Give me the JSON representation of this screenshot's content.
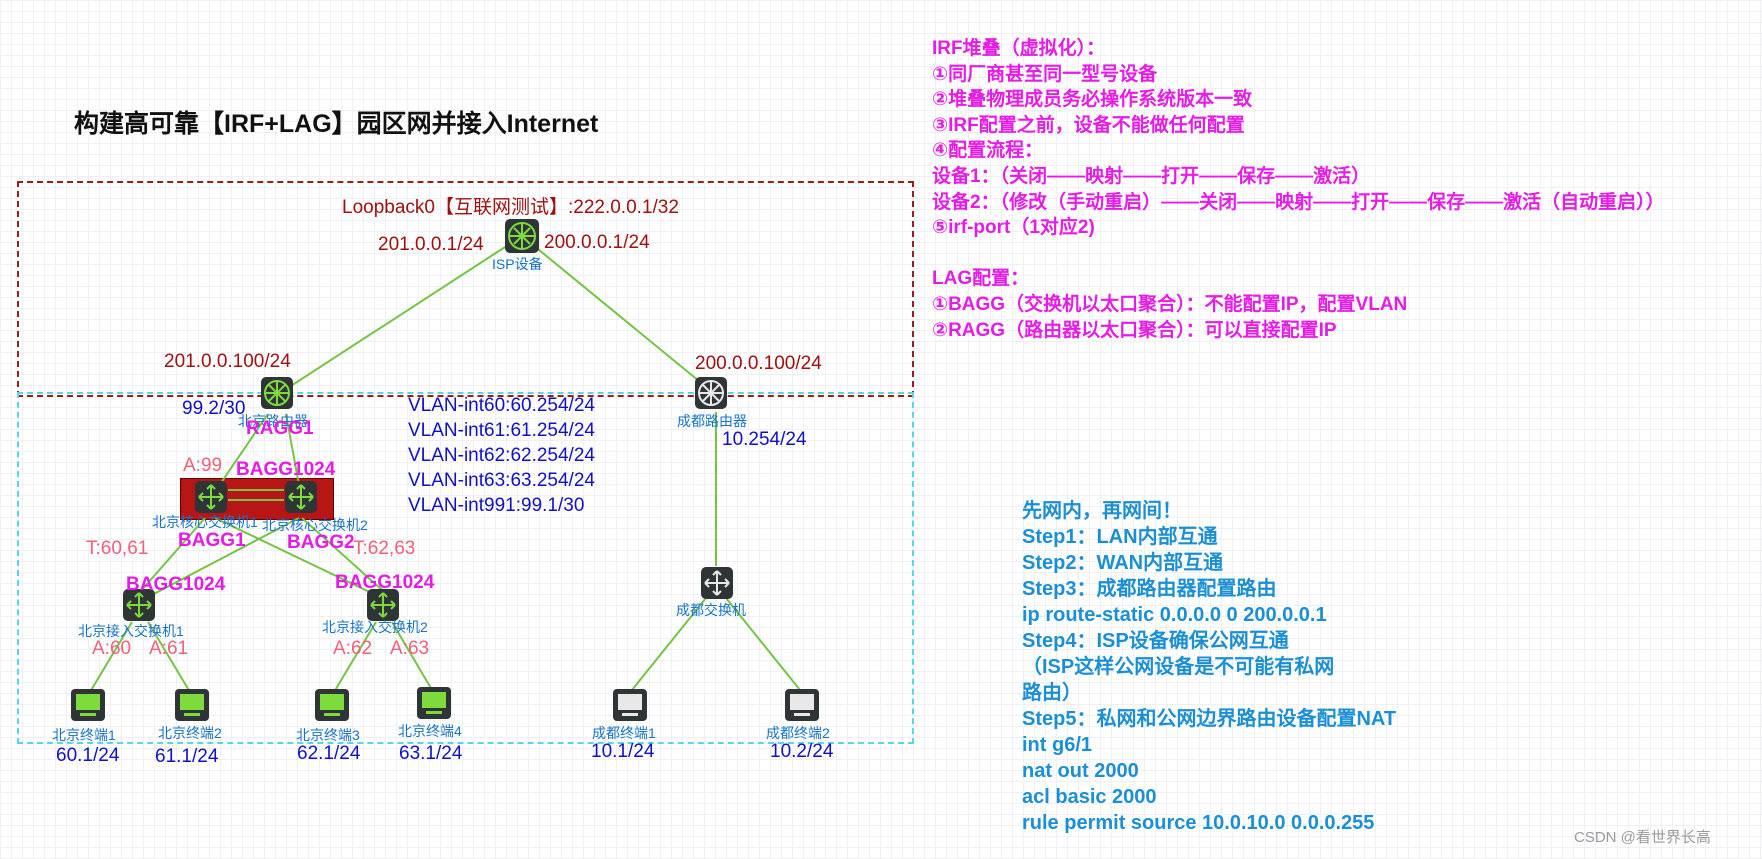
{
  "title": "构建高可靠【IRF+LAG】园区网并接入Internet",
  "colors": {
    "isp_region": "#9b1c1c",
    "lan_region": "#56d6e8",
    "link": "#74c442",
    "irf": "#b81616",
    "annot_red": "#a01010",
    "annot_blue": "#1010c8",
    "annot_magenta": "#e61ce6",
    "annot_pink": "#f0607a",
    "steps": "#1b8fd6"
  },
  "isp": {
    "loopback": "Loopback0【互联网测试】:222.0.0.1/32",
    "ip_left": "201.0.0.1/24",
    "ip_right": "200.0.0.1/24",
    "label": "ISP设备",
    "icon": "router-icon"
  },
  "beijing_router": {
    "label": "北京路由器",
    "wan_ip": "201.0.0.100/24",
    "lan_ip": "99.2/30",
    "agg": "RAGG1",
    "icon": "router-icon"
  },
  "chengdu_router": {
    "label": "成都路由器",
    "wan_ip": "200.0.0.100/24",
    "lan_ip": "10.254/24",
    "icon": "router-icon"
  },
  "vlan_ints": [
    "VLAN-int60:60.254/24",
    "VLAN-int61:61.254/24",
    "VLAN-int62:62.254/24",
    "VLAN-int63:63.254/24",
    "VLAN-int991:99.1/30"
  ],
  "core": {
    "access_port": "A:99",
    "agg_up": "BAGG1024",
    "switch1": "北京核心交换机1",
    "switch2": "北京核心交换机2",
    "agg_left": "BAGG1",
    "agg_right": "BAGG2",
    "trunk_left": "T:60,61",
    "trunk_right": "T:62,63"
  },
  "access": [
    {
      "label": "北京接入交换机1",
      "agg": "BAGG1024",
      "port_a": "A:60",
      "port_b": "A:61"
    },
    {
      "label": "北京接入交换机2",
      "agg": "BAGG1024",
      "port_a": "A:62",
      "port_b": "A:63"
    }
  ],
  "chengdu_switch": {
    "label": "成都交换机"
  },
  "terminals": [
    {
      "label": "北京终端1",
      "ip": "60.1/24"
    },
    {
      "label": "北京终端2",
      "ip": "61.1/24"
    },
    {
      "label": "北京终端3",
      "ip": "62.1/24"
    },
    {
      "label": "北京终端4",
      "ip": "63.1/24"
    },
    {
      "label": "成都终端1",
      "ip": "10.1/24"
    },
    {
      "label": "成都终端2",
      "ip": "10.2/24"
    }
  ],
  "irf_notes": [
    "IRF堆叠（虚拟化）：",
    "①同厂商甚至同一型号设备",
    "②堆叠物理成员务必操作系统版本一致",
    "③IRF配置之前，设备不能做任何配置",
    "④配置流程：",
    "设备1：（关闭——映射——打开——保存——激活）",
    "设备2：（修改（手动重启）——关闭——映射——打开——保存——激活（自动重启））",
    "⑤irf-port（1对应2)",
    "",
    "LAG配置：",
    "①BAGG（交换机以太口聚合）：不能配置IP，配置VLAN",
    "②RAGG（路由器以太口聚合）：可以直接配置IP"
  ],
  "steps": [
    "先网内，再网间！",
    "Step1：LAN内部互通",
    "Step2：WAN内部互通",
    "Step3：成都路由器配置路由",
    "ip route-static 0.0.0.0 0 200.0.0.1",
    "Step4：ISP设备确保公网互通",
    "（ISP这样公网设备是不可能有私网",
    "路由）",
    "Step5：私网和公网边界路由设备配置NAT",
    "int g6/1",
    "nat out 2000",
    "acl basic 2000",
    "rule permit source 10.0.10.0 0.0.0.255"
  ],
  "watermark": "CSDN @看世界长高"
}
